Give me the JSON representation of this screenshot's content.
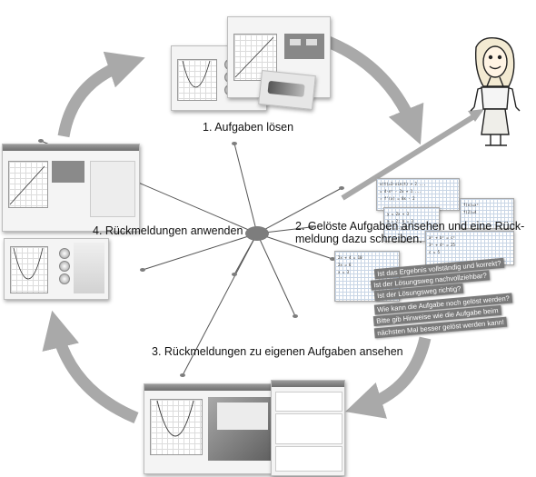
{
  "steps": {
    "step1": "1. Aufgaben lösen",
    "step2_line1": "2. Gelöste Aufgaben ansehen und eine Rück-",
    "step2_line2": "meldung dazu schreiben.",
    "step3": "3. Rückmeldungen zu eigenen Aufgaben ansehen",
    "step4": "4. Rückmeldungen anwenden"
  },
  "feedback_questions": [
    "Ist das Ergebnis vollständig und korrekt?",
    "Ist der Lösungsweg nachvollziehbar?",
    "Ist der Lösungsweg richtig?",
    "Wie kann die Aufgabe noch gelöst werden?",
    "Bitte gib Hinweise wie die Aufgabe beim",
    "nächsten Mal besser gelöst werden kann!"
  ],
  "colors": {
    "arrow": "#a9a9a9",
    "hub": "#7d7d7d",
    "spoke": "#555555",
    "tag": "#7a7a7a"
  }
}
